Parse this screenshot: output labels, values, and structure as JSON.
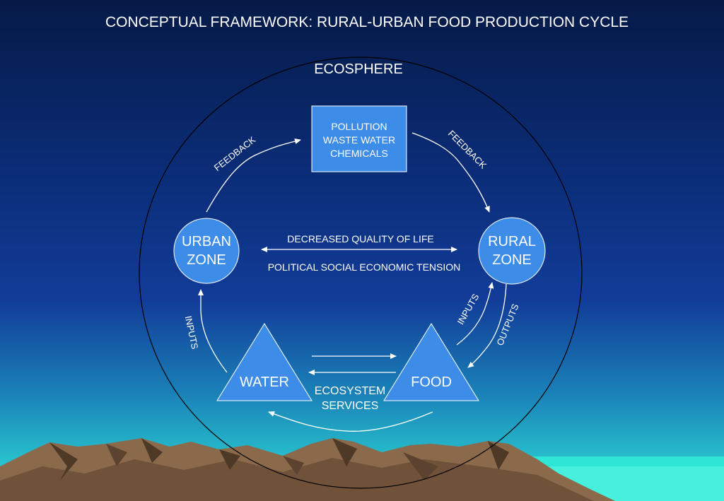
{
  "title": "CONCEPTUAL FRAMEWORK: RURAL-URBAN FOOD PRODUCTION CYCLE",
  "ecosphere_label": "ECOSPHERE",
  "pollution_box": [
    "POLLUTION",
    "WASTE WATER",
    "CHEMICALS"
  ],
  "urban_zone": [
    "URBAN",
    "ZONE"
  ],
  "rural_zone": [
    "RURAL",
    "ZONE"
  ],
  "water_label": "WATER",
  "food_label": "FOOD",
  "center_top": "DECREASED QUALITY OF LIFE",
  "center_bottom": "POLITICAL SOCIAL ECONOMIC TENSION",
  "ecosystem_services": [
    "ECOSYSTEM",
    "SERVICES"
  ],
  "feedback_left": "FEEDBACK",
  "feedback_right": "FEEDBACK",
  "inputs_left": "INPUTS",
  "inputs_right": "INPUTS",
  "outputs_right": "OUTPUTS",
  "colors": {
    "node_fill": "#3d8de8",
    "node_stroke": "#ffffff",
    "text": "#ffffff",
    "mountain": "#8a6a4b",
    "sea": "#2fe6d6"
  }
}
